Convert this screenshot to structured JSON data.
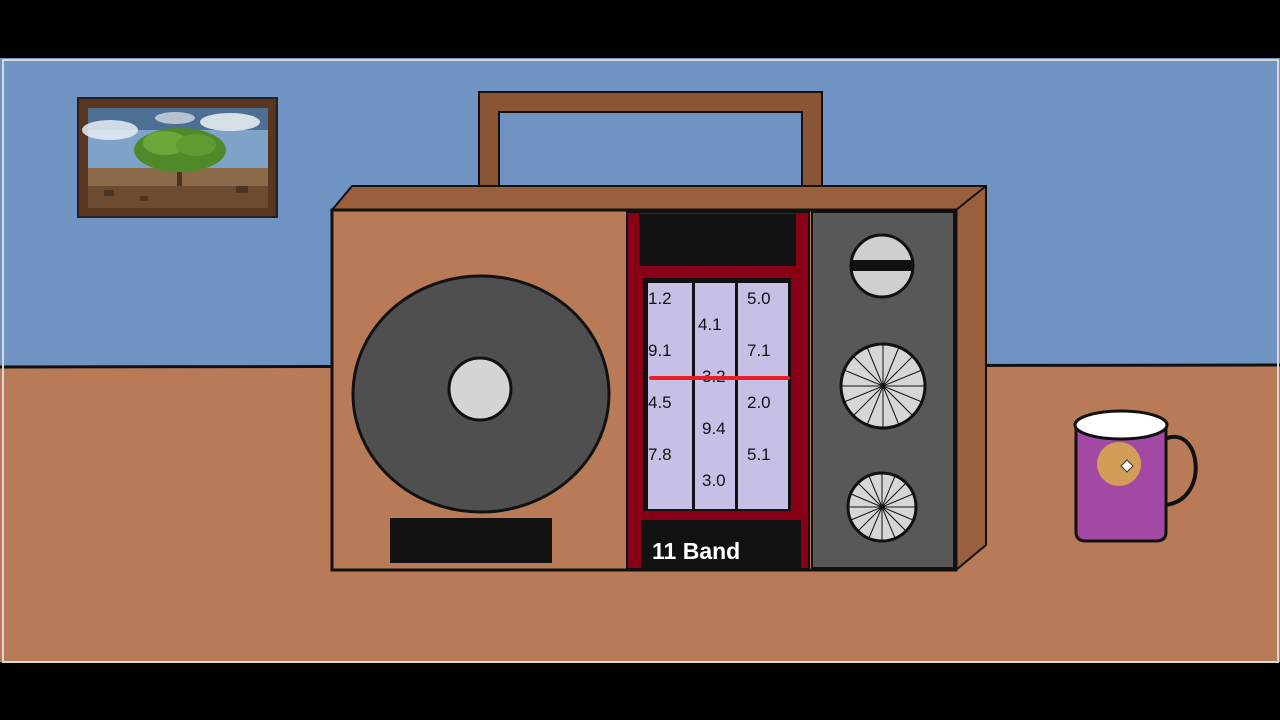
{
  "radio": {
    "band_label": "11 Band",
    "dial": {
      "column1": [
        "1.2",
        "9.1",
        "4.5",
        "7.8"
      ],
      "column2": [
        "4.1",
        "3.2",
        "9.4",
        "3.0"
      ],
      "column3": [
        "5.0",
        "7.1",
        "2.0",
        "5.1"
      ]
    },
    "knobs": [
      {
        "name": "selector-knob"
      },
      {
        "name": "tuning-knob"
      },
      {
        "name": "volume-knob"
      }
    ]
  },
  "colors": {
    "wall": "#6f93c2",
    "floor": "#b97a57",
    "radio_body": "#b97a57",
    "radio_handle": "#8a5535",
    "dial_frame": "#880015",
    "dial_face": "#c8bfe7",
    "tuning_needle": "#ed1c24",
    "knob_panel": "#585858",
    "speaker": "#4f4f4f",
    "mug": "#a349a4",
    "cursor_highlight": "#d6a64f"
  }
}
